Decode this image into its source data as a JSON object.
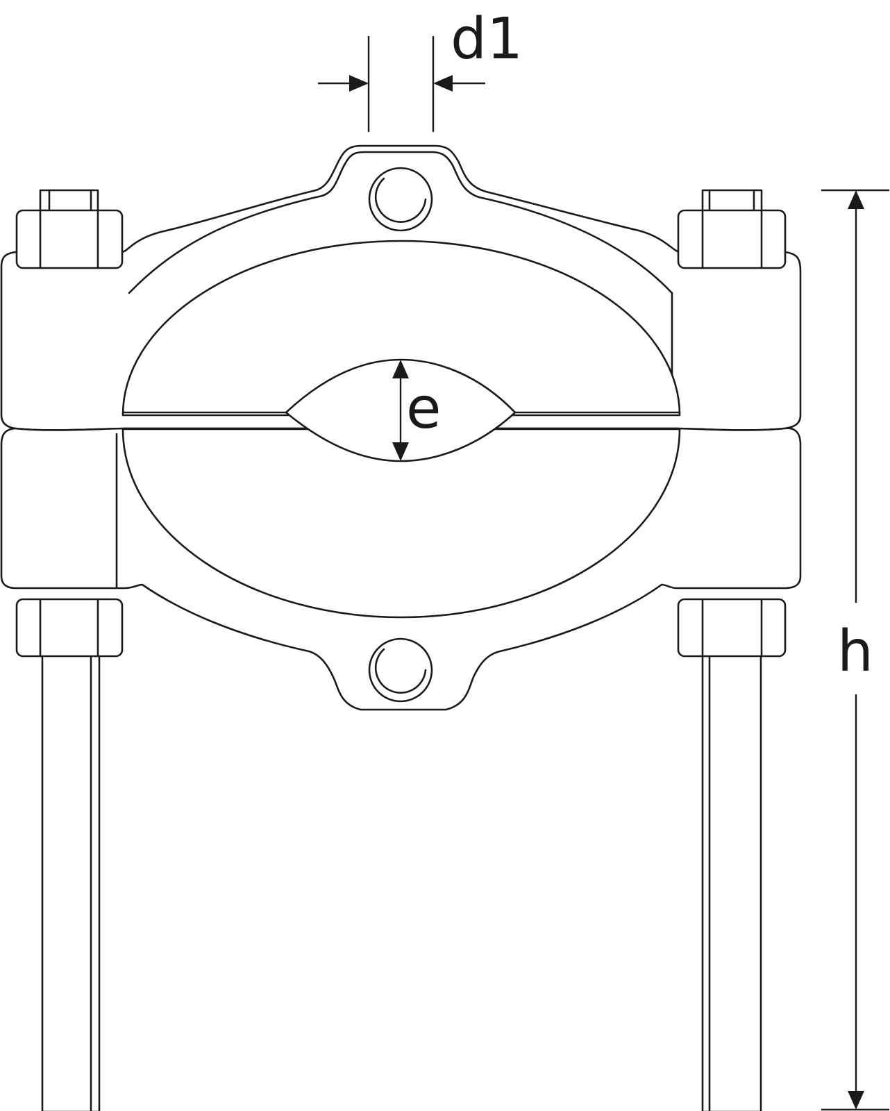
{
  "diagram": {
    "labels": {
      "d1": "d1",
      "e": "e",
      "h": "h"
    },
    "colors": {
      "line": "#1a1a1a",
      "background": "#ffffff"
    }
  }
}
